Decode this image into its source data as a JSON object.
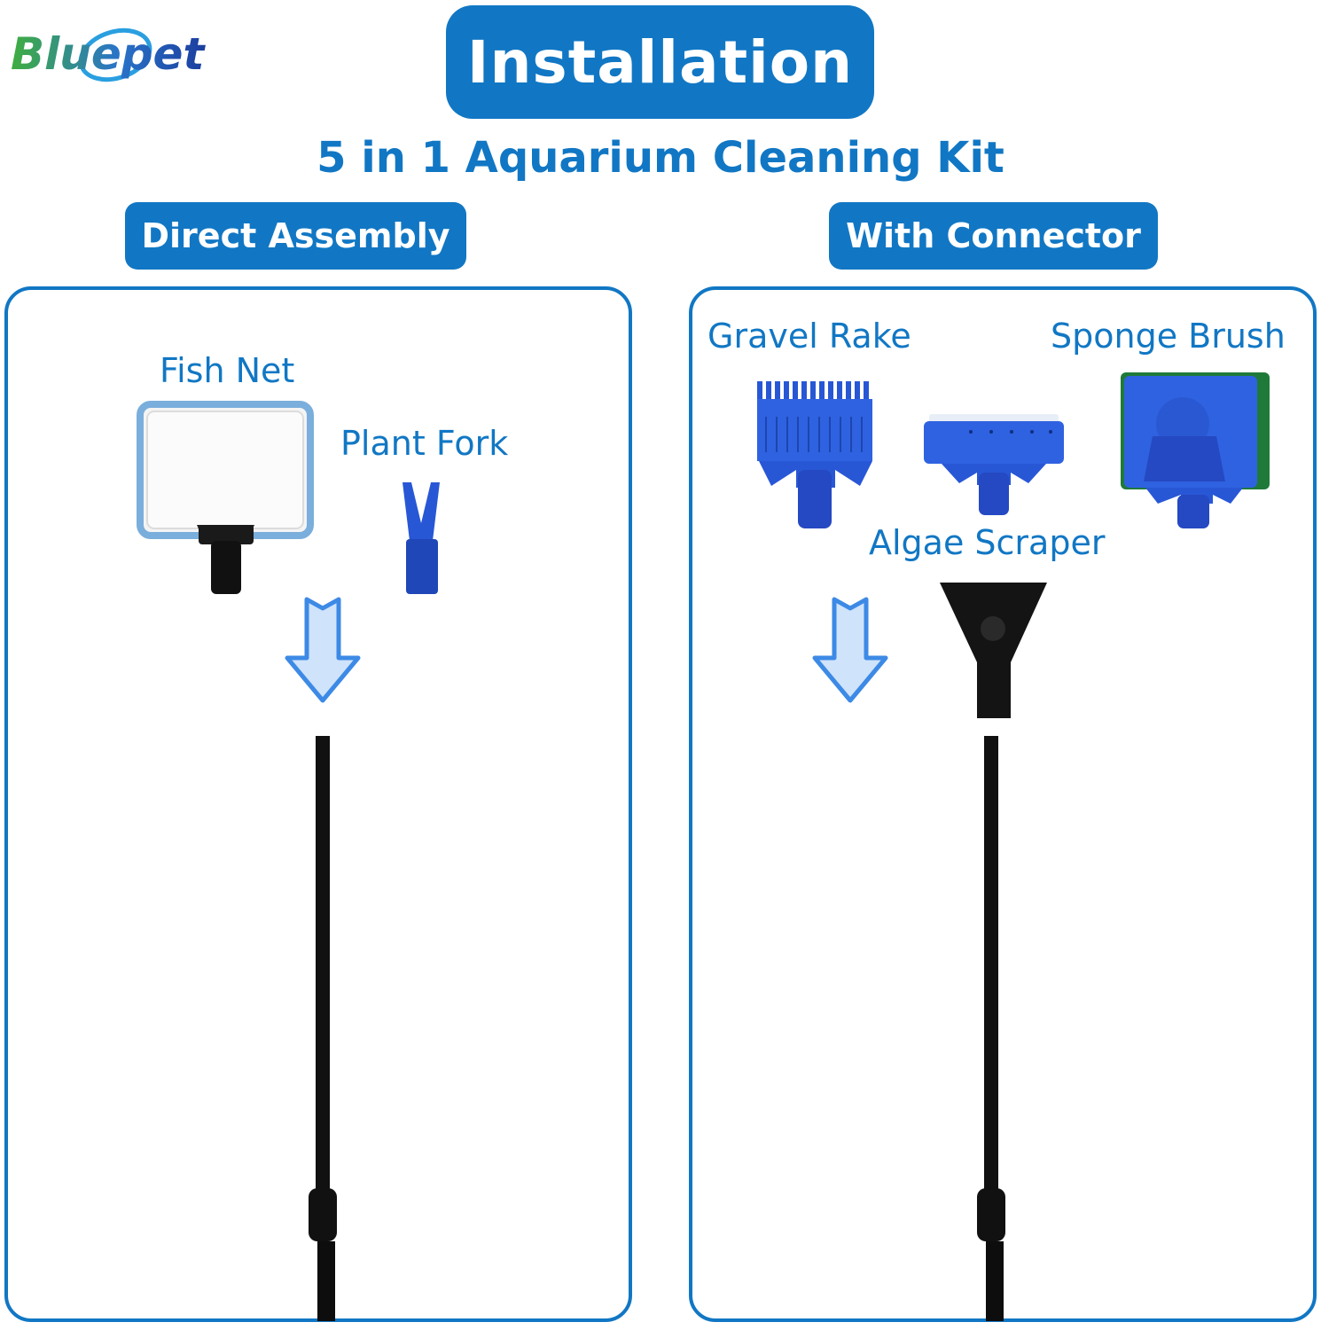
{
  "brand": {
    "logo_text": "Bluepet"
  },
  "header": {
    "title": "Installation",
    "subtitle": "5 in 1 Aquarium Cleaning Kit"
  },
  "sections": {
    "direct": {
      "title": "Direct Assembly",
      "labels": {
        "fish_net": "Fish Net",
        "plant_fork": "Plant Fork"
      }
    },
    "connector": {
      "title": "With Connector",
      "labels": {
        "gravel_rake": "Gravel Rake",
        "sponge_brush": "Sponge Brush",
        "algae_scraper": "Algae Scraper"
      }
    }
  },
  "colors": {
    "brand_blue": "#1177c4",
    "tool_blue": "#2857d6",
    "arrow_fill": "#cfe3fb",
    "arrow_stroke": "#3d8ae6",
    "handle_black": "#111111",
    "sponge_green": "#1f7a3a"
  }
}
